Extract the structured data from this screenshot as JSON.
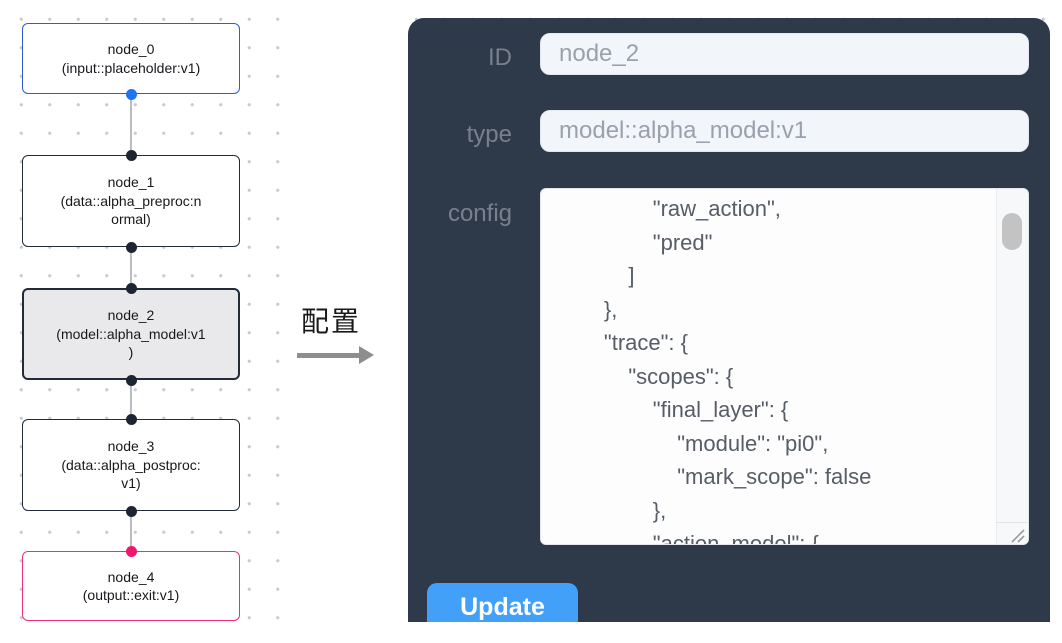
{
  "flow": {
    "edge_color": "#b9bcc0",
    "handle_colors": {
      "source_blue": "#2173f2",
      "default_dark": "#1d2433",
      "target_pink": "#f0166d"
    },
    "nodes": [
      {
        "id": "node_0",
        "label": "node_0\n(input::placeholder:v1)",
        "border_color": "#2f5bd4",
        "bg": "#ffffff",
        "selected": false
      },
      {
        "id": "node_1",
        "label": "node_1\n(data::alpha_preproc:n\normal)",
        "border_color": "#222b3a",
        "bg": "#ffffff",
        "selected": false
      },
      {
        "id": "node_2",
        "label": "node_2\n(model::alpha_model:v1\n)",
        "border_color": "#222b3a",
        "bg": "#e9e9eb",
        "selected": true
      },
      {
        "id": "node_3",
        "label": "node_3\n(data::alpha_postproc:\nv1)",
        "border_color": "#222b3a",
        "bg": "#ffffff",
        "selected": false
      },
      {
        "id": "node_4",
        "label": "node_4\n(output::exit:v1)",
        "border_color": "#ec2f76",
        "bg": "#ffffff",
        "selected": false
      }
    ]
  },
  "annotation": {
    "label": "配置",
    "arrow_color": "#8e8e8e"
  },
  "panel": {
    "bg": "#2e3a4a",
    "fields": [
      {
        "label": "ID",
        "value": "node_2"
      },
      {
        "label": "type",
        "value": "model::alpha_model:v1"
      }
    ],
    "config": {
      "label": "config",
      "content": "                \"raw_action\",\n                \"pred\"\n            ]\n        },\n        \"trace\": {\n            \"scopes\": {\n                \"final_layer\": {\n                    \"module\": \"pi0\",\n                    \"mark_scope\": false\n                },\n                \"action_model\": {"
    },
    "update_button": {
      "label": "Update",
      "bg": "#43a0f8"
    }
  }
}
